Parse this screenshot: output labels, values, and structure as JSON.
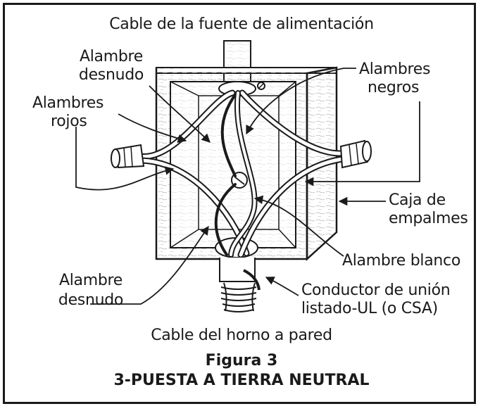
{
  "labels": {
    "power_cable": "Cable de la fuente de alimentación",
    "bare_wire_top_1": "Alambre",
    "bare_wire_top_2": "desnudo",
    "red_wires_1": "Alambres",
    "red_wires_2": "rojos",
    "black_wires_1": "Alambres",
    "black_wires_2": "negros",
    "junction_box_1": "Caja de",
    "junction_box_2": "empalmes",
    "white_wire": "Alambre blanco",
    "bare_wire_bottom_1": "Alambre",
    "bare_wire_bottom_2": "desnudo",
    "bonding_1": "Conductor de unión",
    "bonding_2": "listado-UL (o CSA)",
    "oven_cable": "Cable del horno a pared"
  },
  "figure": {
    "number": "Figura 3",
    "title": "3-PUESTA A TIERRA NEUTRAL"
  }
}
